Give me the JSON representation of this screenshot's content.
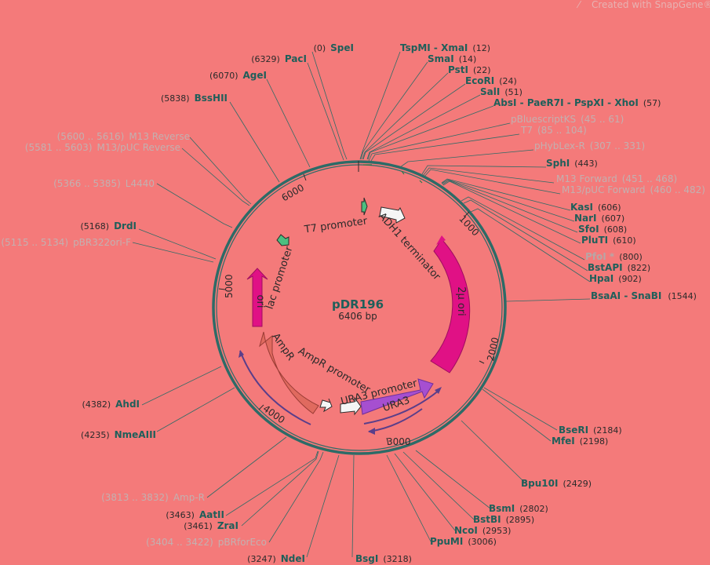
{
  "watermark": "Created with SnapGene®",
  "plasmid": {
    "name": "pDR196",
    "length_label": "6406 bp",
    "length_bp": 6406
  },
  "ticks": [
    "1000",
    "2000",
    "3000",
    "4000",
    "5000",
    "6000"
  ],
  "features": [
    {
      "label": "2μ ori"
    },
    {
      "label": "URA3"
    },
    {
      "label": "URA3 promoter"
    },
    {
      "label": "AmpR promoter"
    },
    {
      "label": "AmpR"
    },
    {
      "label": "ori"
    },
    {
      "label": "lac promoter"
    },
    {
      "label": "T7 promoter"
    },
    {
      "label": "ADH1 terminator"
    }
  ],
  "labels_right": [
    {
      "name": "TspMI",
      "name2": "XmaI",
      "pos": "(12)"
    },
    {
      "name": "SmaI",
      "pos": "(14)"
    },
    {
      "name": "PstI",
      "pos": "(22)"
    },
    {
      "name": "EcoRI",
      "pos": "(24)"
    },
    {
      "name": "SalI",
      "pos": "(51)"
    },
    {
      "name": "AbsI",
      "name2": "PaeR7I",
      "name3": "PspXI",
      "name4": "XhoI",
      "pos": "(57)"
    },
    {
      "feature": "pBluescriptKS",
      "pos": "(45 .. 61)"
    },
    {
      "feature": "T7",
      "pos": "(85 .. 104)"
    },
    {
      "feature": "pHybLex-R",
      "pos": "(307 .. 331)"
    },
    {
      "name": "SphI",
      "pos": "(443)"
    },
    {
      "feature": "M13 Forward",
      "pos": "(451 .. 468)"
    },
    {
      "feature": "M13/pUC Forward",
      "pos": "(460 .. 482)"
    },
    {
      "name": "KasI",
      "pos": "(606)"
    },
    {
      "name": "NarI",
      "pos": "(607)"
    },
    {
      "name": "SfoI",
      "pos": "(608)"
    },
    {
      "name": "PluTI",
      "pos": "(610)"
    },
    {
      "name": "PfoI *",
      "pos": "(800)"
    },
    {
      "name": "BstAPI",
      "pos": "(822)"
    },
    {
      "name": "HpaI",
      "pos": "(902)"
    },
    {
      "name": "BsaAI",
      "name2": "SnaBI",
      "pos": "(1544)"
    },
    {
      "name": "BseRI",
      "pos": "(2184)"
    },
    {
      "name": "MfeI",
      "pos": "(2198)"
    },
    {
      "name": "Bpu10I",
      "pos": "(2429)"
    },
    {
      "name": "BsmI",
      "pos": "(2802)"
    },
    {
      "name": "BstBI",
      "pos": "(2895)"
    },
    {
      "name": "NcoI",
      "pos": "(2953)"
    },
    {
      "name": "PpuMI",
      "pos": "(3006)"
    }
  ],
  "labels_left": [
    {
      "name": "SpeI",
      "pos": "(0)"
    },
    {
      "name": "PacI",
      "pos": "(6329)"
    },
    {
      "name": "AgeI",
      "pos": "(6070)"
    },
    {
      "name": "BssHII",
      "pos": "(5838)"
    },
    {
      "feature": "M13 Reverse",
      "pos": "(5600 .. 5616)"
    },
    {
      "feature": "M13/pUC Reverse",
      "pos": "(5581 .. 5603)"
    },
    {
      "feature": "L4440",
      "pos": "(5366 .. 5385)"
    },
    {
      "name": "DrdI",
      "pos": "(5168)"
    },
    {
      "feature": "pBR322ori-F",
      "pos": "(5115 .. 5134)"
    },
    {
      "name": "AhdI",
      "pos": "(4382)"
    },
    {
      "name": "NmeAIII",
      "pos": "(4235)"
    },
    {
      "feature": "Amp-R",
      "pos": "(3813 .. 3832)"
    },
    {
      "name": "AatII",
      "pos": "(3463)"
    },
    {
      "name": "ZraI",
      "pos": "(3461)"
    },
    {
      "feature": "pBRforEco",
      "pos": "(3404 .. 3422)"
    },
    {
      "name": "NdeI",
      "pos": "(3247)"
    },
    {
      "name": "BsgI",
      "pos": "(3218)"
    }
  ]
}
